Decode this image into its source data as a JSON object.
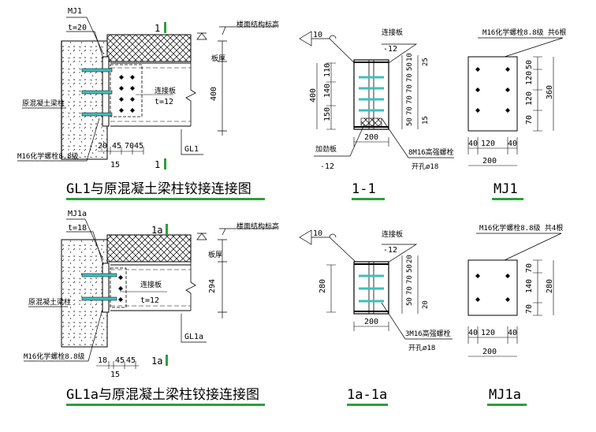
{
  "colors": {
    "bolt": "#3fbfbf",
    "underline": "#2e9e3a",
    "mark": "#2e9e3a",
    "line": "#000000"
  },
  "labels": {
    "roof_elev": "楼面结构标高",
    "slab_thick": "板厚",
    "orig_col": "原混凝土梁柱",
    "conn_plate": "连接板",
    "stiffener": "加劲板",
    "chem_bolt": "M16化学螺栓8.8级"
  },
  "top": {
    "mj_tag": "MJ1",
    "mj_t": "t=20",
    "sec_mark": "1",
    "plate_t": "t=12",
    "beam_tag": "GL1",
    "depth": "400",
    "bot_dims": [
      "20",
      "45",
      "70",
      "45"
    ],
    "bot_sub": "15",
    "title": "GL1与原混凝土梁柱铰接连接图",
    "sec": {
      "weld": "10",
      "plate_t": "-12",
      "stiff_t": "-12",
      "dims_left": [
        "110",
        "140",
        "150"
      ],
      "depth": "400",
      "dims_right": [
        "10",
        "25",
        "50",
        "70",
        "70",
        "70",
        "70",
        "50",
        "15"
      ],
      "width": "200",
      "bolts": "8M16高强螺栓",
      "hole": "开孔ø18",
      "title": "1-1"
    },
    "mj": {
      "note": "M16化学螺栓8.8级 共6根",
      "dims_right": [
        "50",
        "120",
        "120",
        "70"
      ],
      "total": "360",
      "dims_bottom": [
        "40",
        "120",
        "40"
      ],
      "width": "200",
      "title": "MJ1"
    }
  },
  "bottom": {
    "mj_tag": "MJ1a",
    "mj_t": "t=18",
    "sec_mark": "1a",
    "plate_t": "t=12",
    "beam_tag": "GL1a",
    "depth": "294",
    "bot_dims": [
      "18",
      "45",
      "45"
    ],
    "bot_sub": "15",
    "title": "GL1a与原混凝土梁柱铰接连接图",
    "sec": {
      "weld": "10",
      "plate_t": "-12",
      "depth": "280",
      "dims_right": [
        "20",
        "50",
        "70",
        "70",
        "50",
        "20"
      ],
      "width": "200",
      "bolts": "3M16高强螺栓",
      "hole": "开孔ø18",
      "title": "1a-1a"
    },
    "mj": {
      "note": "M16化学螺栓8.8级 共4根",
      "dims_right": [
        "70",
        "140",
        "70"
      ],
      "total": "280",
      "dims_bottom": [
        "40",
        "120",
        "40"
      ],
      "width": "200",
      "title": "MJ1a"
    }
  }
}
